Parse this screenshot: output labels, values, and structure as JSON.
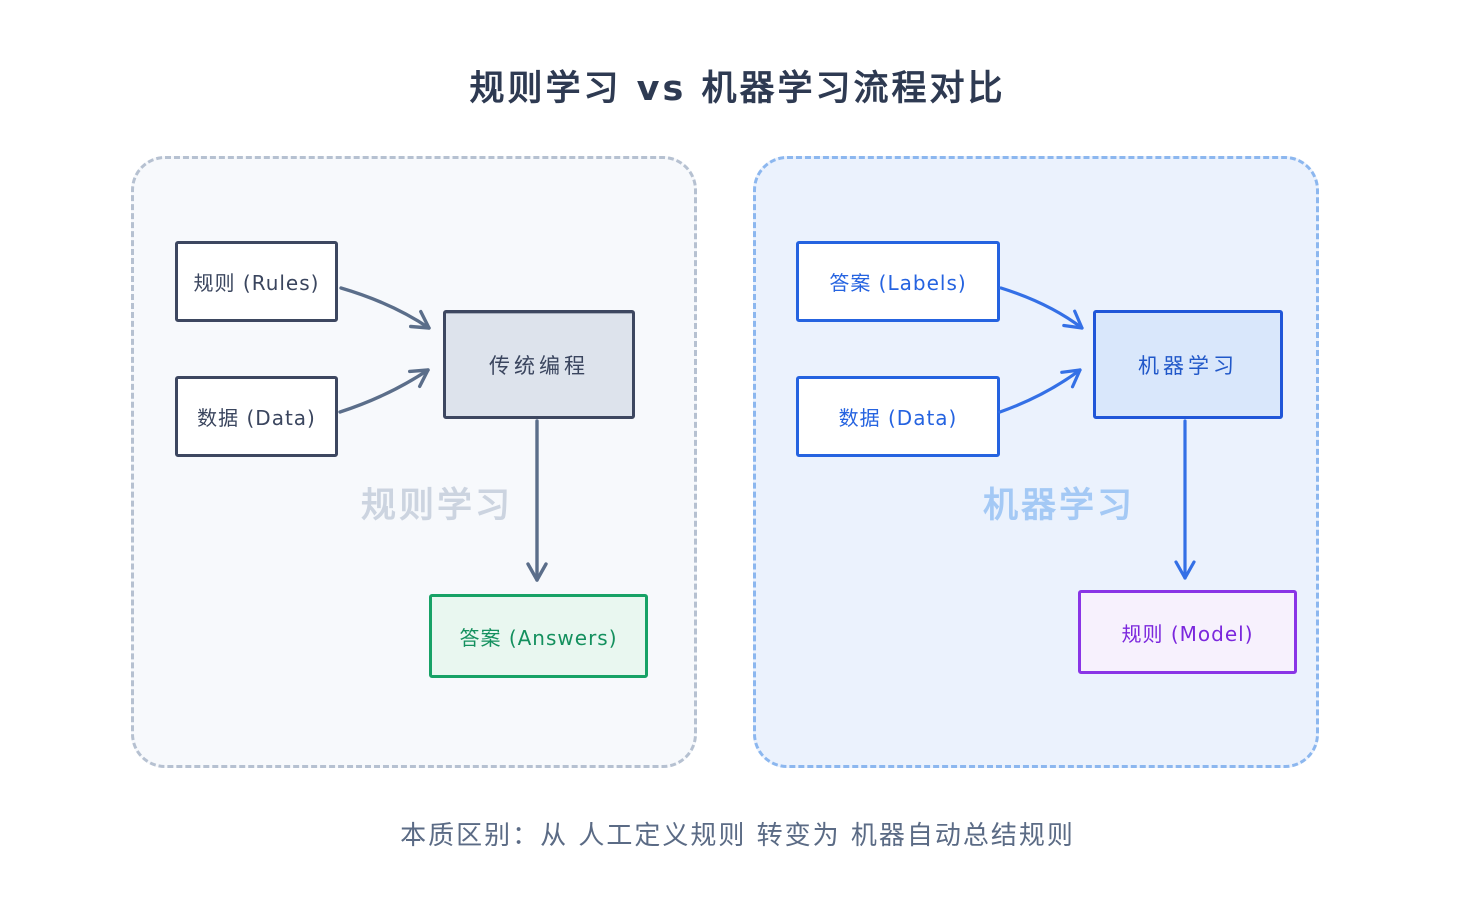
{
  "title": "规则学习 vs 机器学习流程对比",
  "footer_note": "本质区别：从 人工定义规则 转变为 机器自动总结规则",
  "left_panel": {
    "watermark": "规则学习",
    "rules_box": "规则 (Rules)",
    "data_box": "数据 (Data)",
    "process_box": "传统编程",
    "output_box": "答案 (Answers)"
  },
  "right_panel": {
    "watermark": "机器学习",
    "labels_box": "答案 (Labels)",
    "data_box": "数据 (Data)",
    "process_box": "机器学习",
    "output_box": "规则 (Model)"
  },
  "colors": {
    "title_text": "#2e3a52",
    "dark_box_stroke": "#3d4760",
    "gray_arrow": "#5b6e8a",
    "traditional_box_fill": "#dde3ec",
    "left_panel_fill": "#f7f9fc",
    "left_panel_border": "#b6c1d1",
    "left_watermark": "#ccd4e0",
    "blue_accent": "#2563e0",
    "blue_arrow": "#3470e6",
    "ml_box_fill": "#d9e7fb",
    "right_panel_fill": "#ebf2fd",
    "right_panel_border": "#8cb7ef",
    "right_watermark": "#a4c9f5",
    "green_border": "#17a266",
    "green_text": "#14905e",
    "green_fill": "#e9f7f0",
    "purple_border": "#8a35e6",
    "purple_text": "#7b27dd",
    "purple_fill": "#f7f1fd",
    "footer_text": "#5b6b85"
  }
}
